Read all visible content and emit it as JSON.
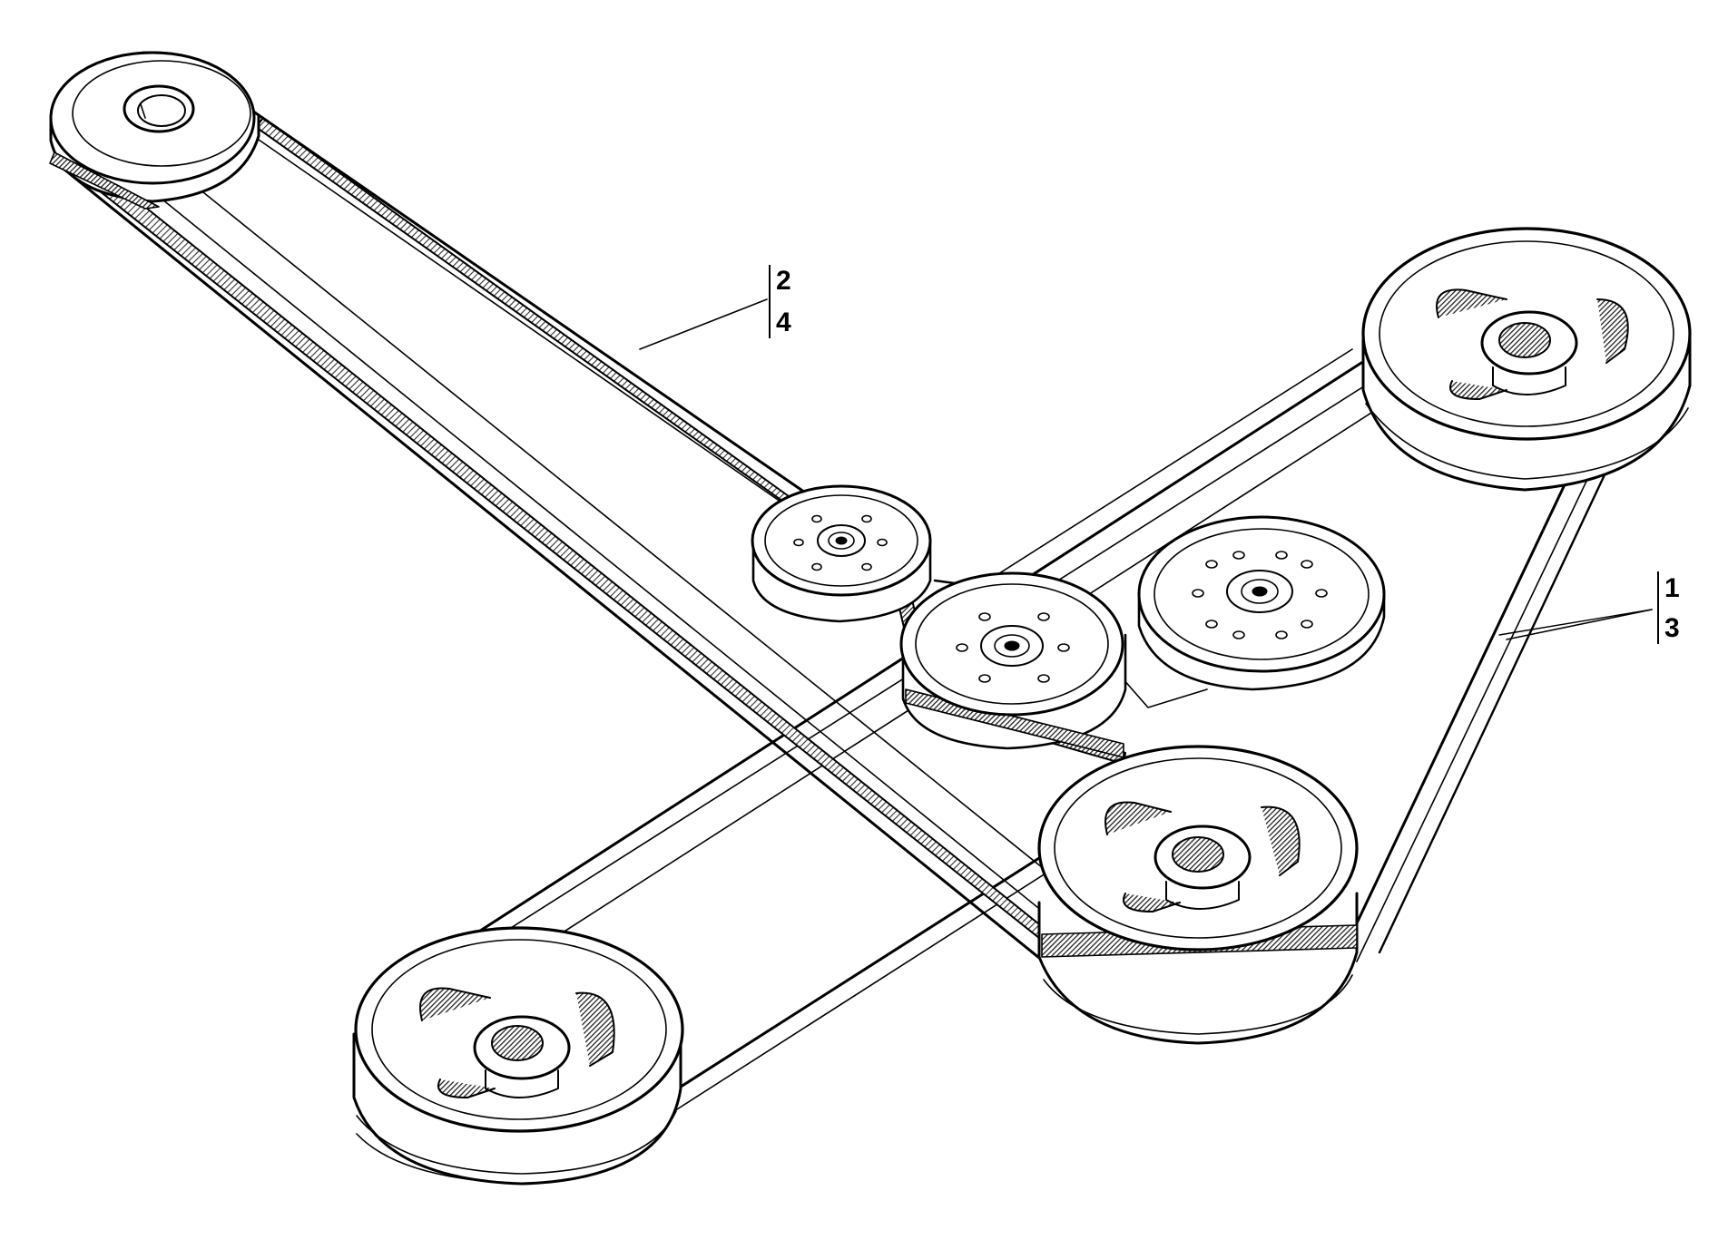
{
  "callouts": [
    {
      "id": "upper",
      "top": "2",
      "bottom": "4"
    },
    {
      "id": "right",
      "top": "1",
      "bottom": "3"
    }
  ],
  "colors": {
    "line": "#000000",
    "background": "#ffffff",
    "belt_hatch": "#333333"
  },
  "components": [
    "pulley-top-left",
    "pulley-top-right",
    "pulley-bottom-left",
    "pulley-bottom-right",
    "idler-pulley-small",
    "idler-pulley-center",
    "idler-pulley-right",
    "belt-long-diagonal",
    "belt-right-loop"
  ]
}
